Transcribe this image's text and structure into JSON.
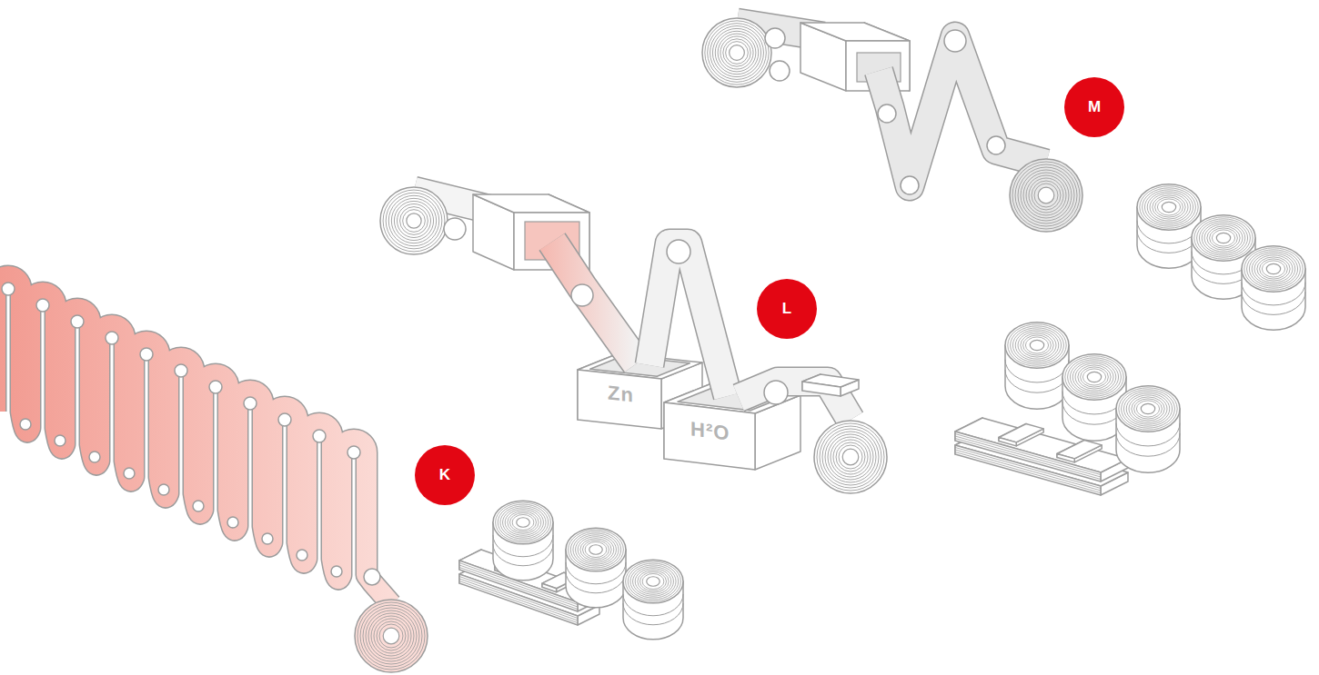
{
  "diagram": {
    "nodes": [
      {
        "text": [
          "M"
        ]
      },
      {
        "text": [
          "L"
        ]
      },
      {
        "text": [
          "Zn"
        ]
      },
      {
        "text": [
          "H²O"
        ]
      },
      {
        "text": [
          "K"
        ]
      }
    ]
  }
}
